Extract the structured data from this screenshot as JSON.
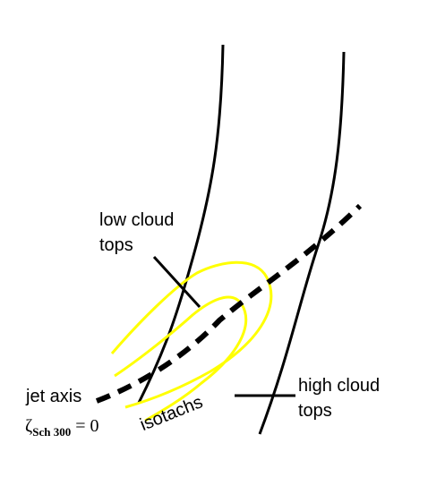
{
  "labels": {
    "low_cloud_line1": "low cloud",
    "low_cloud_line2": "tops",
    "high_cloud_line1": "high cloud",
    "high_cloud_line2": "tops",
    "jet_axis": "jet axis",
    "zeta_symbol": "ζ",
    "zeta_subscript": "Sch 300",
    "zeta_value": "= 0",
    "isotachs": "isotachs"
  },
  "colors": {
    "lines": "#000000",
    "isotachs": "#ffff00",
    "background": "#ffffff"
  }
}
